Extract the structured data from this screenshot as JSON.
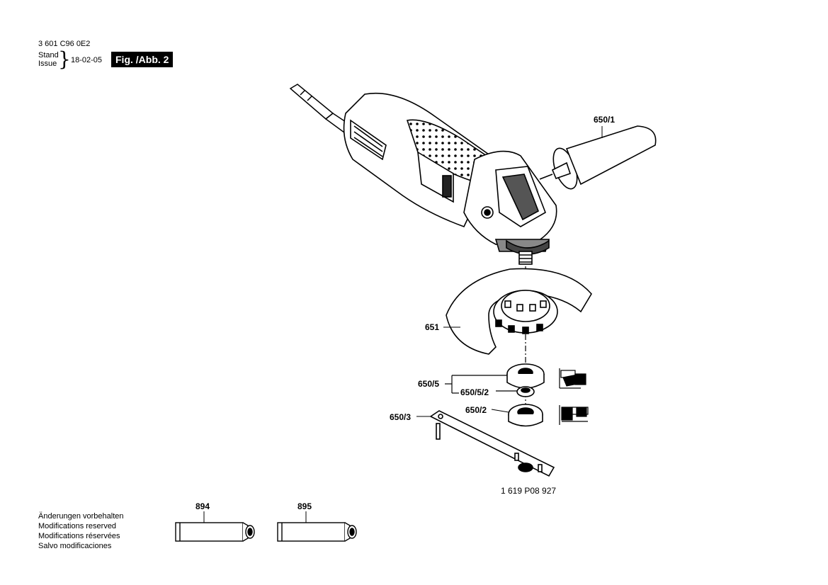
{
  "header": {
    "doc_number": "3 601 C96 0E2",
    "stand_label": "Stand",
    "issue_label": "Issue",
    "brace": "}",
    "date": "18-02-05",
    "figure_tag": "Fig. /Abb. 2"
  },
  "parts": {
    "p650_1": "650/1",
    "p651": "651",
    "p650_5": "650/5",
    "p650_5_2": "650/5/2",
    "p650_2": "650/2",
    "p650_3": "650/3",
    "wrench_number": "1 619 P08 927",
    "p894": "894",
    "p895": "895"
  },
  "notes": [
    "Änderungen vorbehalten",
    "Modifications reserved",
    "Modifications réservées",
    "Salvo modificaciones"
  ]
}
